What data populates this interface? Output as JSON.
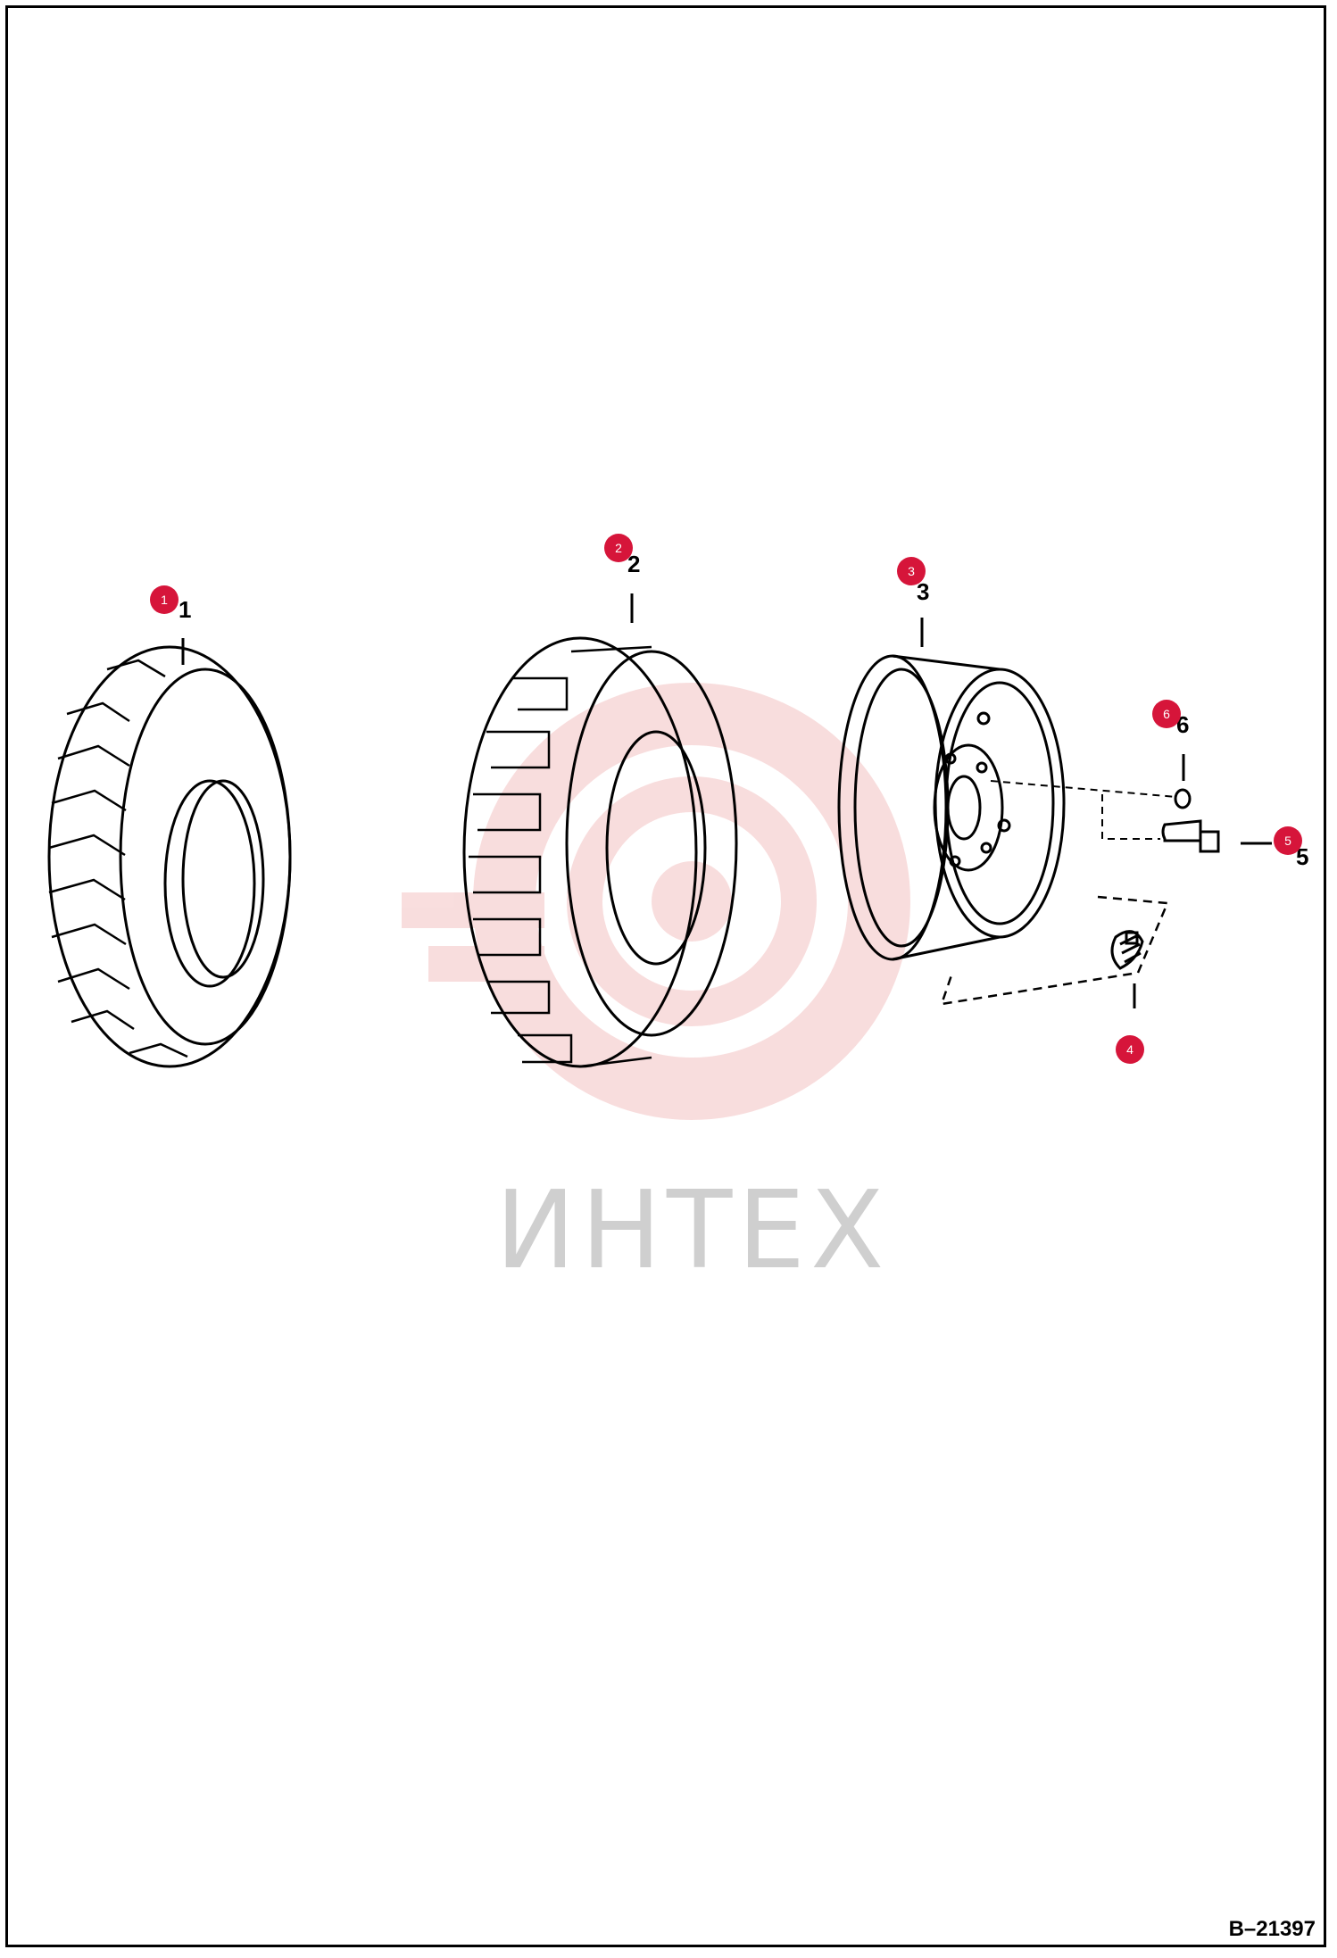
{
  "watermark": {
    "text": "ИНТЕХ",
    "color": "#f4c3c3"
  },
  "drawing_code": "B–21397",
  "callout_color": "#d6153a",
  "parts": [
    {
      "id": "1",
      "name": "tire"
    },
    {
      "id": "2",
      "name": "tire"
    },
    {
      "id": "3",
      "name": "wheel-rim"
    },
    {
      "id": "4",
      "name": "valve-stem"
    },
    {
      "id": "5",
      "name": "wheel-stud"
    },
    {
      "id": "6",
      "name": "lug-nut"
    }
  ]
}
